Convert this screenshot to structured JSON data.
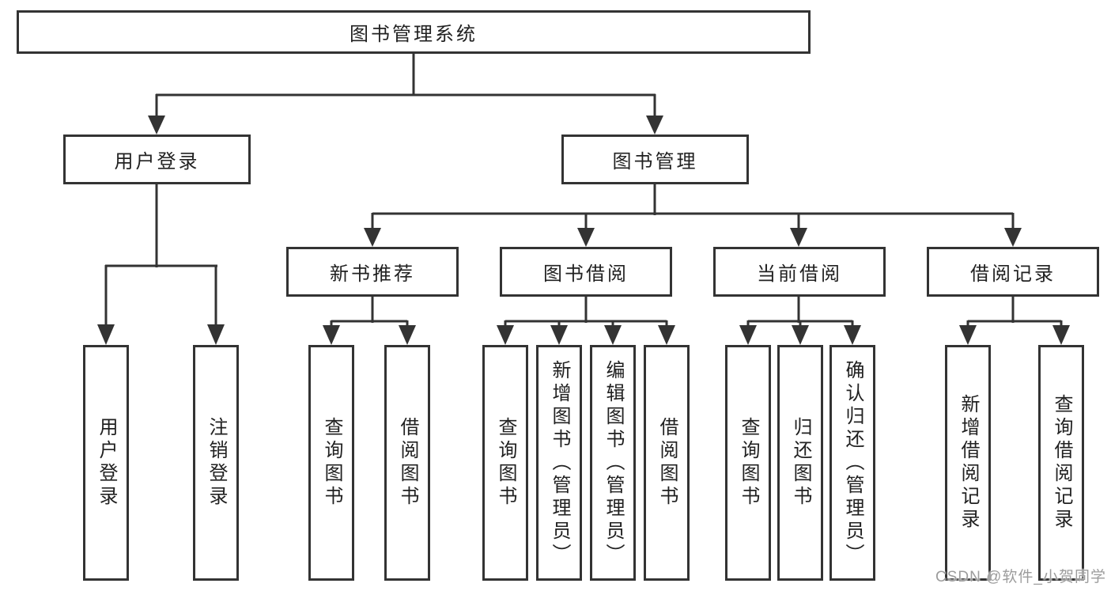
{
  "diagram": {
    "title": "图书管理系统",
    "branches": [
      {
        "label": "用户登录"
      },
      {
        "label": "图书管理"
      }
    ],
    "modules": [
      {
        "label": "新书推荐"
      },
      {
        "label": "图书借阅"
      },
      {
        "label": "当前借阅"
      },
      {
        "label": "借阅记录"
      }
    ],
    "functions": {
      "user_login": [
        "用户登录",
        "注销登录"
      ],
      "new_book_recommend": [
        "查询图书",
        "借阅图书"
      ],
      "book_borrow": [
        "查询图书",
        "新增图书（管理员）",
        "编辑图书（管理员）",
        "借阅图书"
      ],
      "current_borrow": [
        "查询图书",
        "归还图书",
        "确认归还（管理员）"
      ],
      "borrow_record": [
        "新增借阅记录",
        "查询借阅记录"
      ]
    }
  },
  "watermark": {
    "text": "CSDN @软件_小贺同学"
  },
  "colors": {
    "line": "#333333",
    "text": "#212121",
    "background": "#ffffff",
    "watermark": "#9c9c9c"
  }
}
